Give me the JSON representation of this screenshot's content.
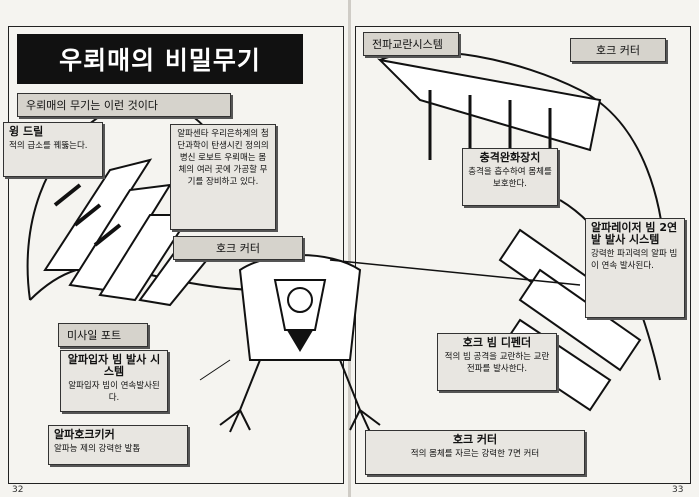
{
  "title": "우뢰매의 비밀무기",
  "subtitle": "우뢰매의 무기는 이런 것이다",
  "callouts": {
    "wing_drill": {
      "heading": "윙 드릴",
      "body": "적의 급소를 꿰뚫는다."
    },
    "intro": {
      "body": "알파센타 우리은하계의 첨단과학이 탄생시킨 정의의 병신 로보트 우뢰매는 몸체의 여러 곳에 가공할 무기를 장비하고 있다."
    },
    "hawk_cutter_left": {
      "heading": "호크 커터"
    },
    "missile_port": {
      "heading": "미사일 포트"
    },
    "alpha_particle": {
      "heading": "알파입자 빔 발사 시스템",
      "body": "알파입자 빔이 연속발사된다."
    },
    "alpha_hawk_kicker": {
      "heading": "알파호크키커",
      "body": "알파능 제의 강력한 발톱"
    },
    "em_shield": {
      "heading": "전파교란시스템"
    },
    "hawk_cutter_top": {
      "heading": "호크 커터"
    },
    "shock_absorb": {
      "heading": "충격완화장치",
      "body": "충격을 흡수하여 몸체를 보호한다."
    },
    "alpha_laser": {
      "heading": "알파레이저 빔 2연발 발사 시스템",
      "body": "강력한 파괴력의 알파 빔이 연속 발사된다."
    },
    "hawk_beam_defender": {
      "heading": "호크 빔 디펜더",
      "body": "적의 빔 공격을 교란하는 교란전파를 발사한다."
    },
    "hawk_cutter_bottom": {
      "heading": "호크 커터",
      "body": "적의 몸체를 자르는 강력한 7면 커터"
    }
  },
  "page_numbers": {
    "left": "32",
    "right": "33"
  }
}
